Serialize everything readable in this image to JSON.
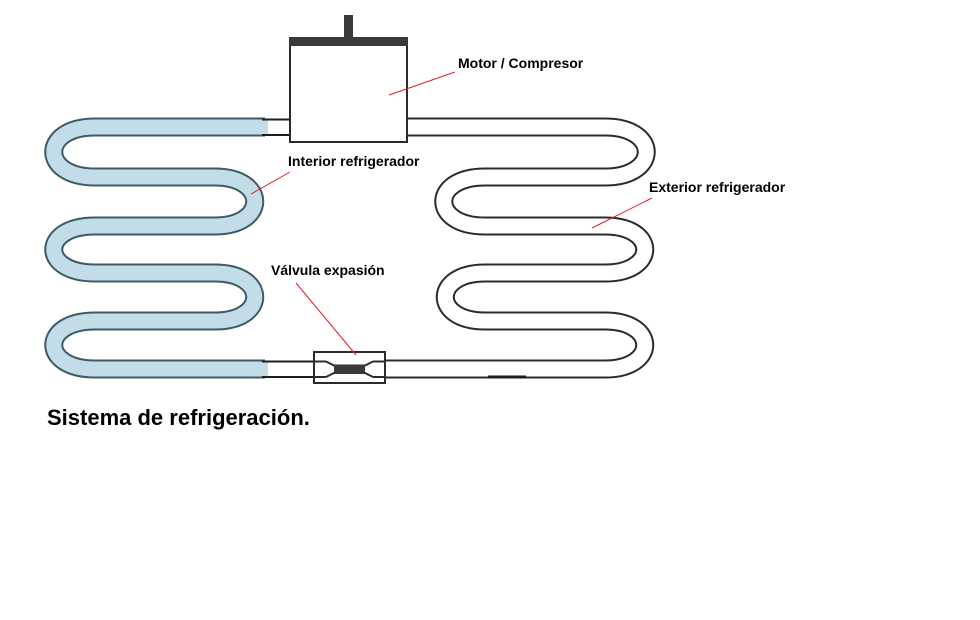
{
  "diagram": {
    "title": "Sistema de refrigeración.",
    "labels": {
      "compressor": "Motor / Compresor",
      "interior": "Interior refrigerador",
      "exterior": "Exterior refrigerador",
      "valve": "Válvula expasión"
    },
    "colors": {
      "interior_fill": "#c2dce8",
      "interior_stroke": "#3d5a66",
      "exterior_fill": "#ffffff",
      "tube_stroke": "#2b2b2b",
      "leader_line": "#e0202a",
      "compressor_cap": "#3a3a3a"
    },
    "components": [
      {
        "id": "compressor",
        "name": "Motor / Compresor"
      },
      {
        "id": "evaporator",
        "name": "Interior refrigerador"
      },
      {
        "id": "condenser",
        "name": "Exterior refrigerador"
      },
      {
        "id": "expansion-valve",
        "name": "Válvula expasión"
      }
    ]
  }
}
